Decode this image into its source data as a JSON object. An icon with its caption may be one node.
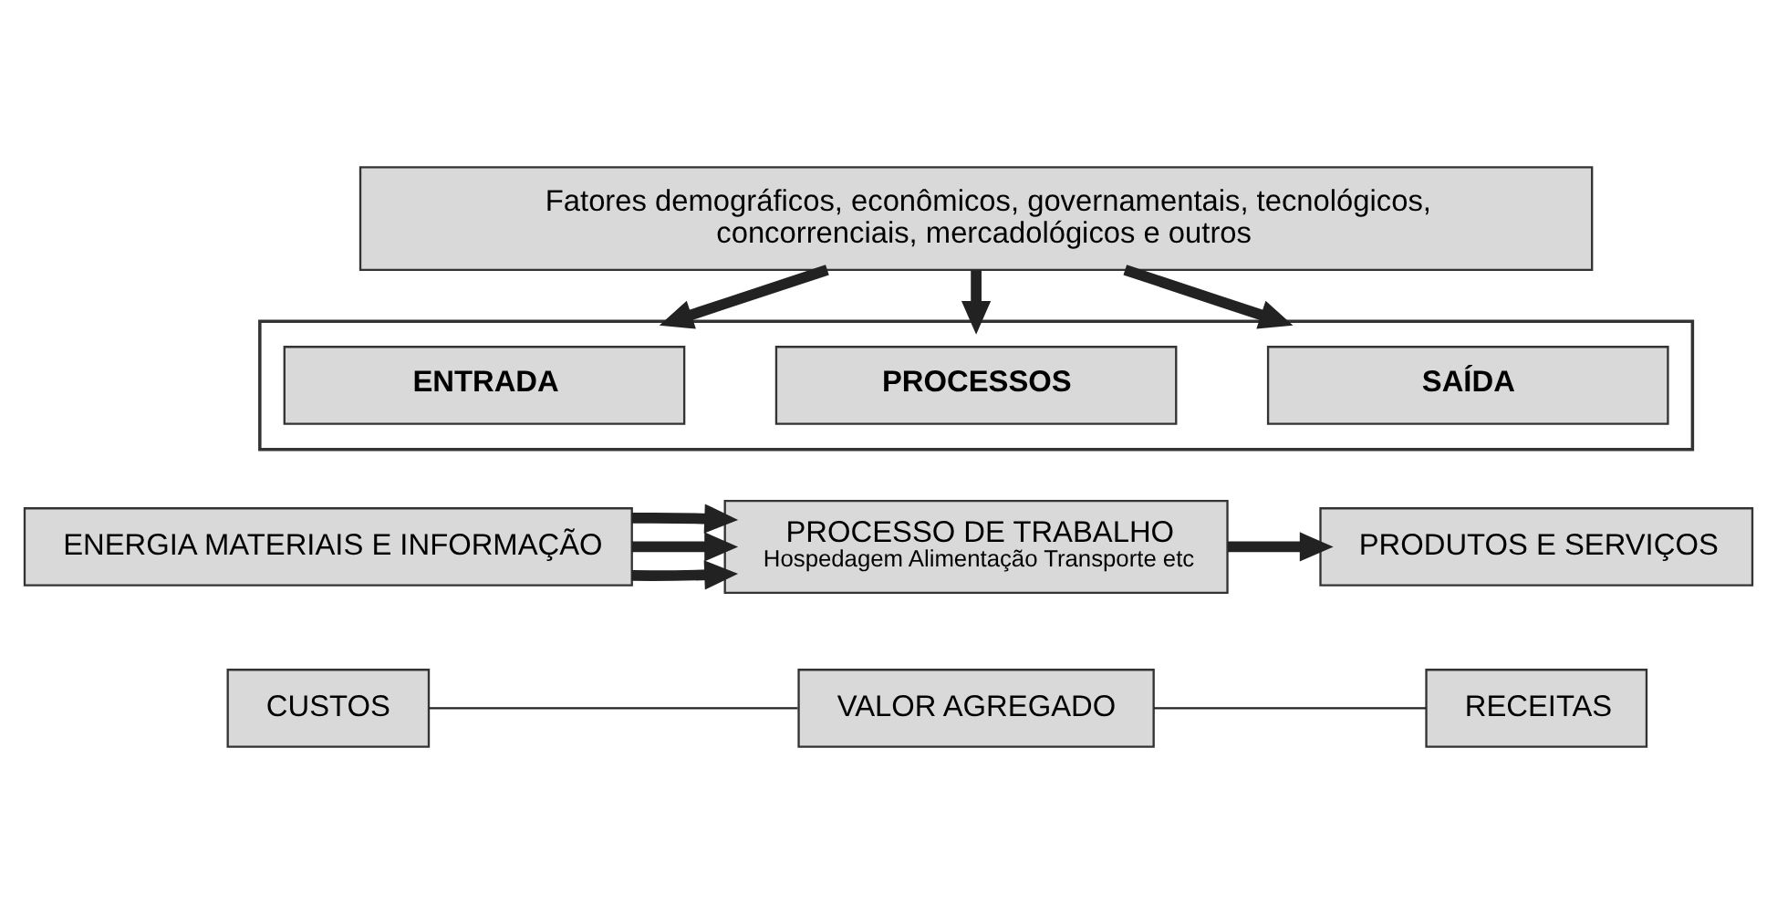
{
  "diagram": {
    "nodes": [
      {
        "text": [
          "Fatores demográficos, econômicos, governamentais, tecnológicos, concorrenciais, mercadológicos e outros"
        ]
      },
      {
        "text": [],
        "shape": "box"
      },
      {
        "text": [
          "ENTRADA"
        ],
        "in": 1
      },
      {
        "text": [
          "PROCESSOS"
        ],
        "in": 1
      },
      {
        "text": [
          "SAÍDA"
        ],
        "in": 1
      },
      {
        "text": [
          "ENERGIA MATERIAIS E INFORMAÇÃO"
        ]
      },
      {
        "text": [
          "PROCESSO DE TRABALHO",
          "Hospedagem Alimentação Transporte etc"
        ]
      },
      {
        "text": [
          "PRODUTOS E SERVIÇOS"
        ]
      },
      {
        "text": [
          "CUSTOS"
        ]
      },
      {
        "text": [
          "VALOR AGREGADO"
        ]
      },
      {
        "text": [
          "RECEITAS"
        ]
      }
    ],
    "edges": [
      {
        "from": 0,
        "to": 1,
        "arrow": "to"
      },
      {
        "from": 0,
        "to": 1,
        "arrow": "to"
      },
      {
        "from": 0,
        "to": 1,
        "arrow": "to"
      },
      {
        "from": 5,
        "to": 6,
        "arrow": "to"
      },
      {
        "from": 5,
        "to": 6,
        "arrow": "to"
      },
      {
        "from": 5,
        "to": 6,
        "arrow": "to"
      },
      {
        "from": 6,
        "to": 7,
        "arrow": "to"
      },
      {
        "from": 8,
        "to": 9,
        "arrow": "none"
      },
      {
        "from": 9,
        "to": 10,
        "arrow": "none"
      }
    ]
  }
}
